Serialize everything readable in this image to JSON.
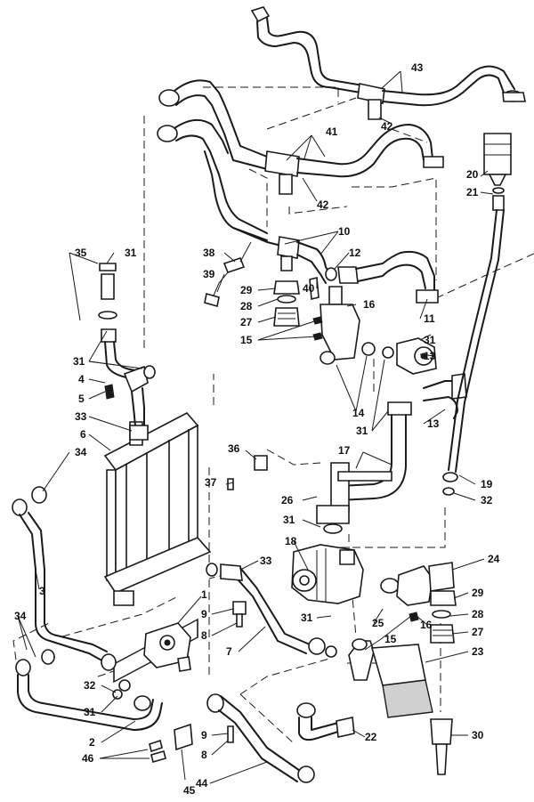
{
  "diagram": {
    "callouts": [
      {
        "id": "43",
        "text": "43"
      },
      {
        "id": "42a",
        "text": "42"
      },
      {
        "id": "41",
        "text": "41"
      },
      {
        "id": "42b",
        "text": "42"
      },
      {
        "id": "20",
        "text": "20"
      },
      {
        "id": "21",
        "text": "21"
      },
      {
        "id": "10",
        "text": "10"
      },
      {
        "id": "12",
        "text": "12"
      },
      {
        "id": "38",
        "text": "38"
      },
      {
        "id": "39",
        "text": "39"
      },
      {
        "id": "35",
        "text": "35"
      },
      {
        "id": "31a",
        "text": "31"
      },
      {
        "id": "29a",
        "text": "29"
      },
      {
        "id": "28a",
        "text": "28"
      },
      {
        "id": "27a",
        "text": "27"
      },
      {
        "id": "40",
        "text": "40"
      },
      {
        "id": "16a",
        "text": "16"
      },
      {
        "id": "15a",
        "text": "15"
      },
      {
        "id": "11",
        "text": "11"
      },
      {
        "id": "31b",
        "text": "31"
      },
      {
        "id": "13a",
        "text": "13"
      },
      {
        "id": "31c",
        "text": "31"
      },
      {
        "id": "4",
        "text": "4"
      },
      {
        "id": "5",
        "text": "5"
      },
      {
        "id": "14",
        "text": "14"
      },
      {
        "id": "13b",
        "text": "13"
      },
      {
        "id": "31d",
        "text": "31"
      },
      {
        "id": "33a",
        "text": "33"
      },
      {
        "id": "6",
        "text": "6"
      },
      {
        "id": "34a",
        "text": "34"
      },
      {
        "id": "36",
        "text": "36"
      },
      {
        "id": "17",
        "text": "17"
      },
      {
        "id": "37",
        "text": "37"
      },
      {
        "id": "19",
        "text": "19"
      },
      {
        "id": "26",
        "text": "26"
      },
      {
        "id": "32a",
        "text": "32"
      },
      {
        "id": "31e",
        "text": "31"
      },
      {
        "id": "3",
        "text": "3"
      },
      {
        "id": "18",
        "text": "18"
      },
      {
        "id": "33b",
        "text": "33"
      },
      {
        "id": "24",
        "text": "24"
      },
      {
        "id": "1",
        "text": "1"
      },
      {
        "id": "29b",
        "text": "29"
      },
      {
        "id": "34b",
        "text": "34"
      },
      {
        "id": "9a",
        "text": "9"
      },
      {
        "id": "31f",
        "text": "31"
      },
      {
        "id": "28b",
        "text": "28"
      },
      {
        "id": "8a",
        "text": "8"
      },
      {
        "id": "25",
        "text": "25"
      },
      {
        "id": "16b",
        "text": "16"
      },
      {
        "id": "7",
        "text": "7"
      },
      {
        "id": "15b",
        "text": "15"
      },
      {
        "id": "27b",
        "text": "27"
      },
      {
        "id": "23",
        "text": "23"
      },
      {
        "id": "32b",
        "text": "32"
      },
      {
        "id": "31g",
        "text": "31"
      },
      {
        "id": "2",
        "text": "2"
      },
      {
        "id": "9b",
        "text": "9"
      },
      {
        "id": "22",
        "text": "22"
      },
      {
        "id": "30",
        "text": "30"
      },
      {
        "id": "8b",
        "text": "8"
      },
      {
        "id": "46",
        "text": "46"
      },
      {
        "id": "44",
        "text": "44"
      },
      {
        "id": "45",
        "text": "45"
      }
    ]
  }
}
